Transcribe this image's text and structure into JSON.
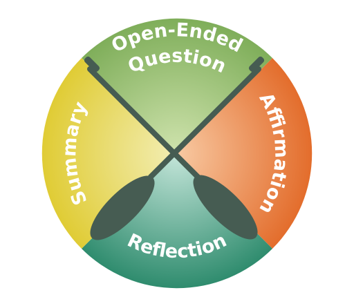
{
  "diagram": {
    "segments": [
      {
        "id": "top",
        "label_line1": "Open-Ended",
        "label_line2": "Question",
        "color_outer": "#7fae5a",
        "color_inner": "#cfe3ad"
      },
      {
        "id": "right",
        "label": "Affirmation",
        "color_outer": "#e36d2c",
        "color_inner": "#f8c9a2"
      },
      {
        "id": "bottom",
        "label": "Reflection",
        "color_outer": "#2f8c6e",
        "color_inner": "#c5e6da"
      },
      {
        "id": "left",
        "label": "Summary",
        "color_outer": "#e0cc35",
        "color_inner": "#f3eeb4"
      }
    ],
    "oar_color": "#465c52"
  }
}
